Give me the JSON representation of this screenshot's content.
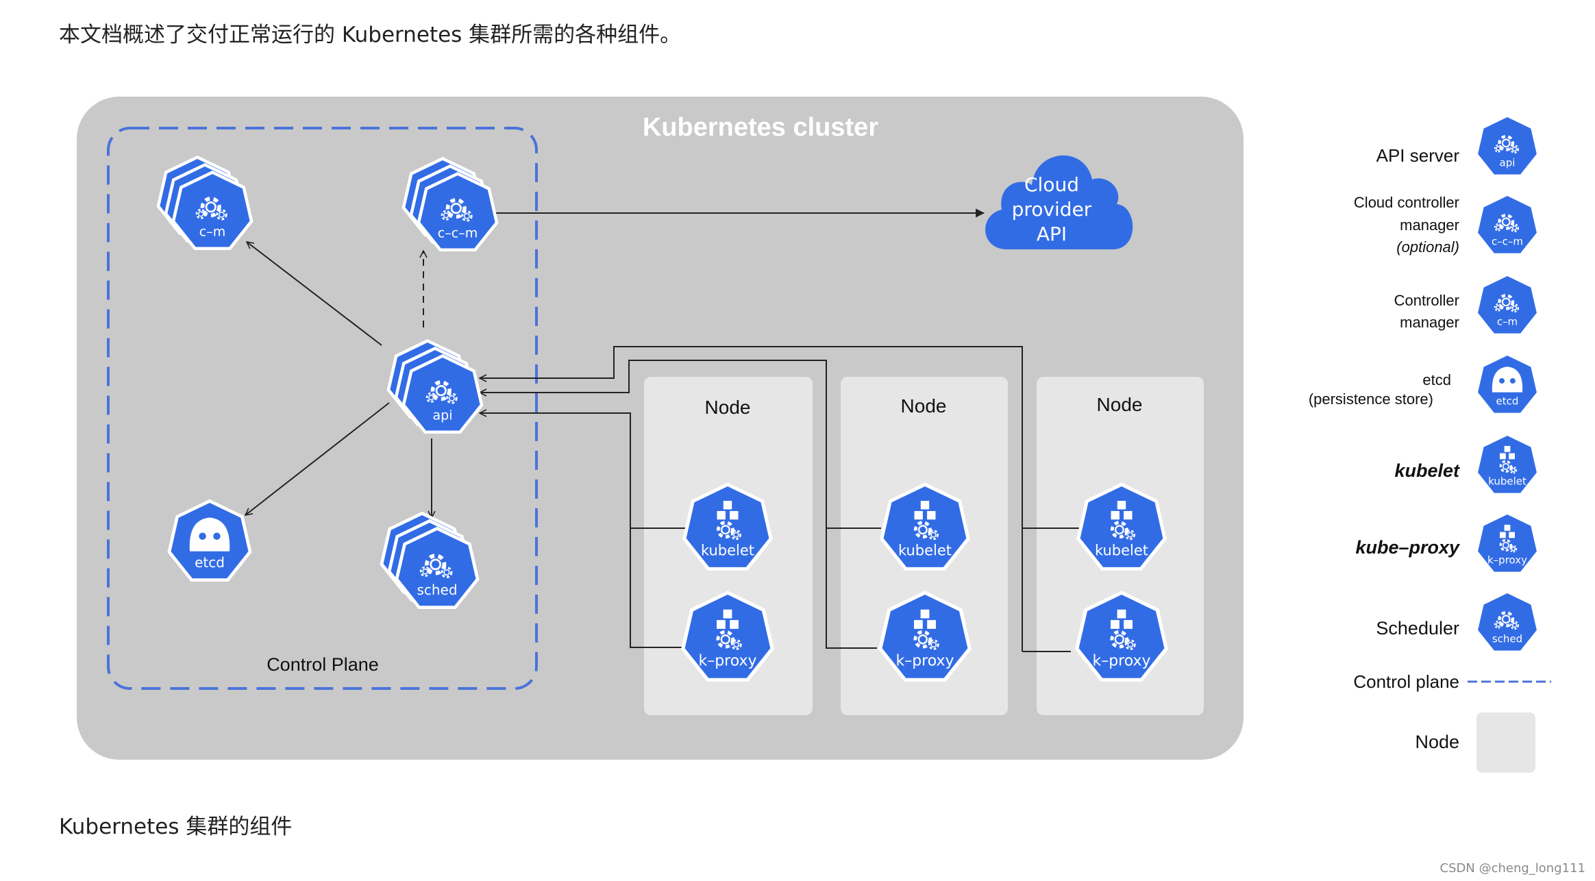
{
  "intro_text": "本文档概述了交付正常运行的 Kubernetes 集群所需的各种组件。",
  "caption": "Kubernetes 集群的组件",
  "watermark": "CSDN @cheng_long111",
  "cluster": {
    "title": "Kubernetes cluster",
    "control_plane_label": "Control Plane",
    "cloud_label_lines": [
      "Cloud",
      "provider",
      "API"
    ],
    "node_label": "Node",
    "component_labels": {
      "api": "api",
      "cm": "c–m",
      "ccm": "c–c–m",
      "etcd": "etcd",
      "sched": "sched",
      "kubelet": "kubelet",
      "kproxy": "k–proxy"
    }
  },
  "legend": {
    "api_server": "API server",
    "ccm_line1": "Cloud controller",
    "ccm_line2": "manager",
    "ccm_line3": "(optional)",
    "cm_line1": "Controller",
    "cm_line2": "manager",
    "etcd_line1": "etcd",
    "etcd_line2": "(persistence store)",
    "kubelet": "kubelet",
    "kube_proxy": "kube–proxy",
    "scheduler": "Scheduler",
    "control_plane": "Control plane",
    "node": "Node"
  },
  "colors": {
    "k8s_blue": "#326ce5",
    "cluster_gray": "#c9c9c9",
    "node_gray": "#e6e6e6",
    "dash_blue": "#4a73d9"
  }
}
